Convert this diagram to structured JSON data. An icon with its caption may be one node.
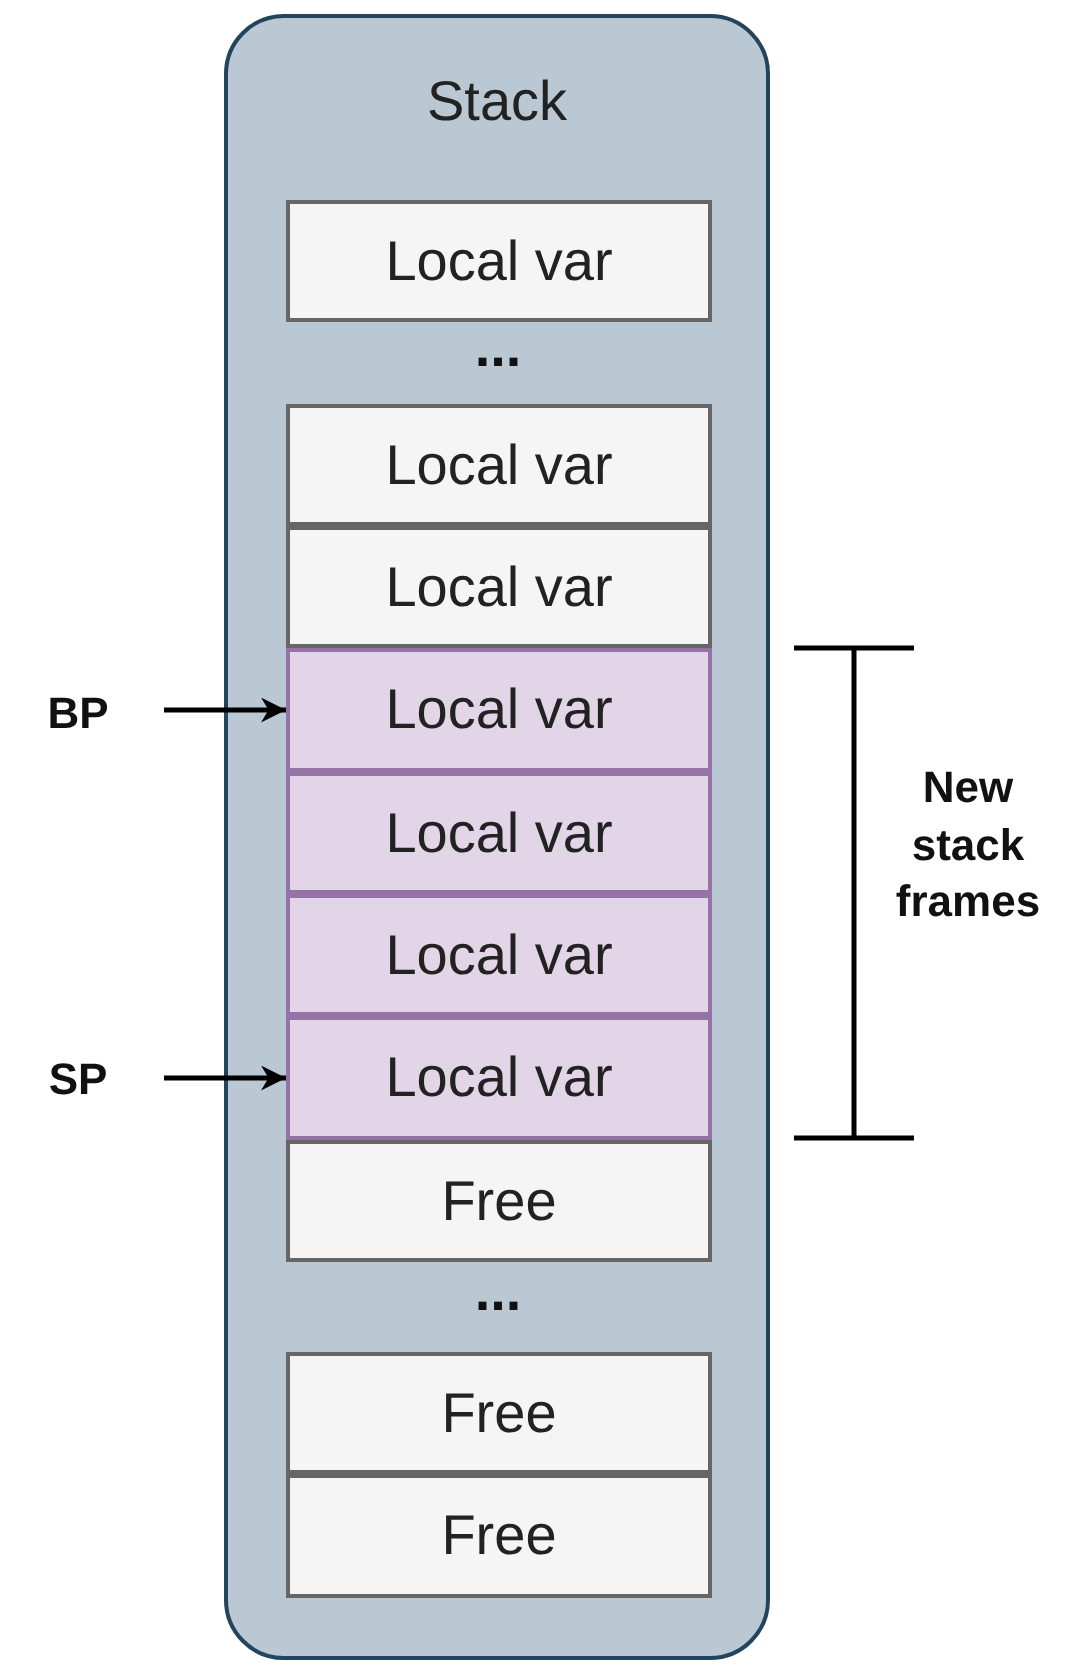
{
  "diagram": {
    "nodes": [
      {
        "text": [
          "Stack"
        ]
      },
      {
        "text": [
          "Local var"
        ],
        "in": 0
      },
      {
        "text": [
          "Local var"
        ],
        "in": 0
      },
      {
        "text": [
          "Local var"
        ],
        "in": 0
      },
      {
        "text": [
          "Local var"
        ],
        "in": 0
      },
      {
        "text": [
          "Local var"
        ],
        "in": 0
      },
      {
        "text": [
          "Local var"
        ],
        "in": 0
      },
      {
        "text": [
          "Local var"
        ],
        "in": 0
      },
      {
        "text": [
          "Free"
        ],
        "in": 0
      },
      {
        "text": [
          "Free"
        ],
        "in": 0
      },
      {
        "text": [
          "Free"
        ],
        "in": 0
      },
      {
        "text": [
          "BP"
        ]
      },
      {
        "text": [
          "SP"
        ]
      }
    ],
    "edges": [
      {
        "from": 11,
        "to": 4,
        "arrow": "to"
      },
      {
        "from": 12,
        "to": 7,
        "arrow": "to"
      }
    ],
    "labels": [
      "...",
      "New stack frames",
      "..."
    ]
  }
}
